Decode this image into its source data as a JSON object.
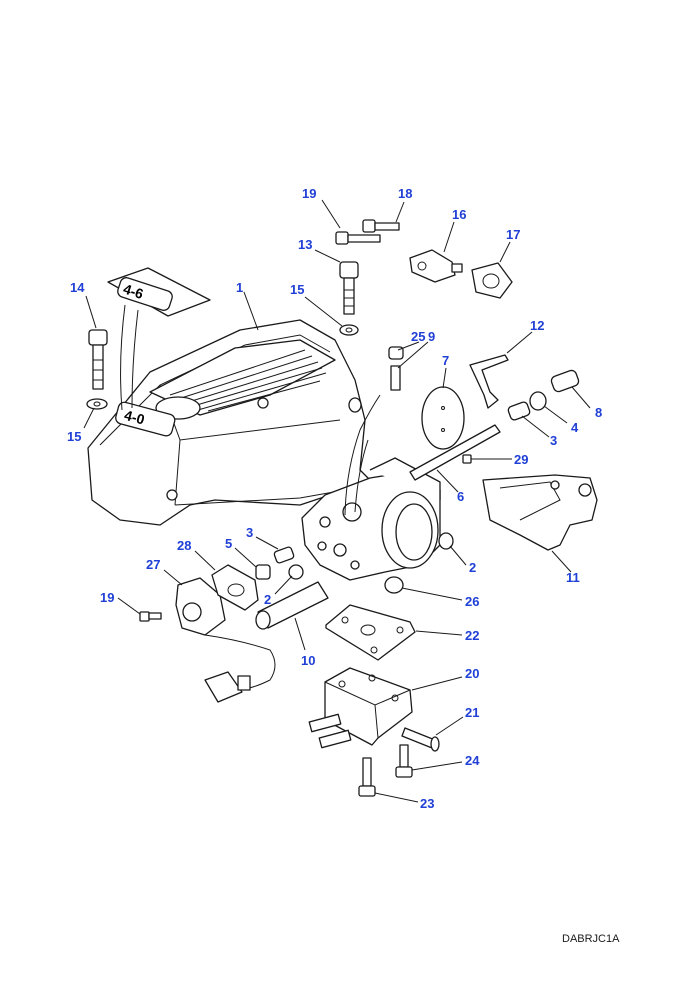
{
  "drawing_code": "DABRJC1A",
  "callout_color": "#1f3fd6",
  "cover_badges": {
    "top": "4-6",
    "bottom": "4-0"
  },
  "callouts": {
    "c1": "1",
    "c2a": "2",
    "c2b": "2",
    "c3a": "3",
    "c3b": "3",
    "c4": "4",
    "c5": "5",
    "c6": "6",
    "c7": "7",
    "c8": "8",
    "c9": "9",
    "c10": "10",
    "c11": "11",
    "c12": "12",
    "c13": "13",
    "c14": "14",
    "c15a": "15",
    "c15b": "15",
    "c16": "16",
    "c17": "17",
    "c18": "18",
    "c19a": "19",
    "c19b": "19",
    "c20": "20",
    "c21": "21",
    "c22": "22",
    "c23": "23",
    "c24": "24",
    "c25": "25",
    "c26": "26",
    "c27": "27",
    "c28": "28",
    "c29": "29"
  }
}
